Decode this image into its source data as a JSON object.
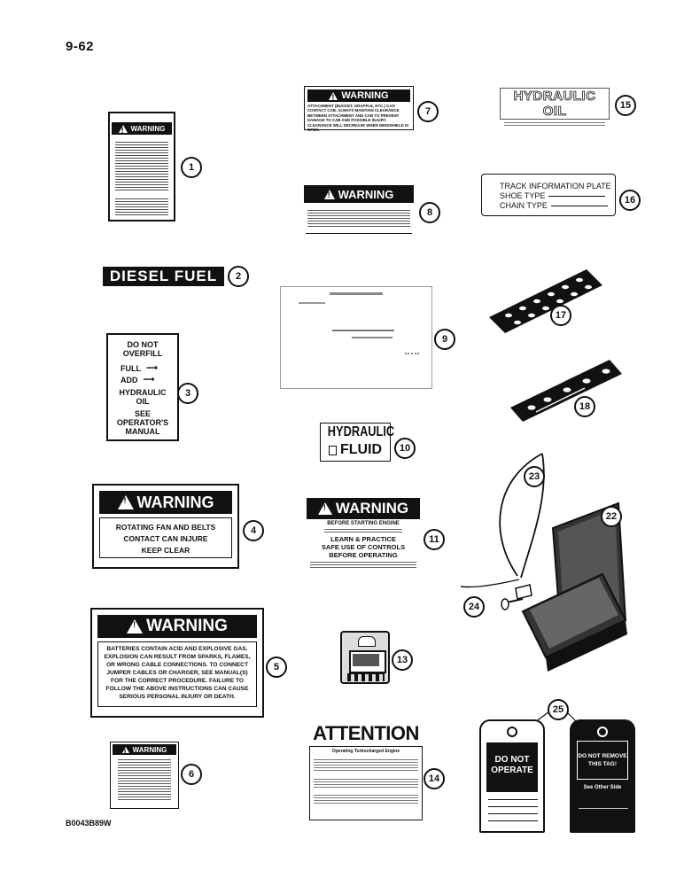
{
  "page_number": "9-62",
  "footer_code": "B0043B89W",
  "callouts": [
    "1",
    "2",
    "3",
    "4",
    "5",
    "6",
    "7",
    "8",
    "9",
    "10",
    "11",
    "13",
    "14",
    "15",
    "16",
    "17",
    "18",
    "22",
    "23",
    "24",
    "25"
  ],
  "decal1": {
    "header": "WARNING"
  },
  "decal2": {
    "text": "DIESEL FUEL"
  },
  "decal3": {
    "line1": "DO NOT",
    "line2": "OVERFILL",
    "full": "FULL",
    "add": "ADD",
    "line5": "HYDRAULIC",
    "line6": "OIL",
    "line7": "SEE",
    "line8": "OPERATOR'S",
    "line9": "MANUAL"
  },
  "decal4": {
    "header": "WARNING",
    "line1": "ROTATING FAN AND BELTS",
    "line2": "CONTACT CAN INJURE",
    "line3": "KEEP CLEAR"
  },
  "decal5": {
    "header": "WARNING",
    "body": "BATTERIES CONTAIN ACID AND EXPLOSIVE GAS. EXPLOSION CAN RESULT FROM SPARKS, FLAMES, OR WRONG CABLE CONNECTIONS. TO CONNECT JUMPER CABLES OR CHARGER, SEE MANUAL(S) FOR THE CORRECT PROCEDURE. FAILURE TO FOLLOW THE ABOVE INSTRUCTIONS CAN CAUSE SERIOUS PERSONAL INJURY OR DEATH."
  },
  "decal6": {
    "header": "WARNING"
  },
  "decal7": {
    "header": "WARNING",
    "body": "ATTACHMENT (BUCKET, GRAPPLE, ETC.) CAN CONTACT CAB. ALWAYS MAINTAIN CLEARANCE BETWEEN ATTACHMENT AND CAB TO PREVENT DAMAGE TO CAB AND POSSIBLE INJURY. CLEARANCE WILL DECREASE WHEN WINDSHIELD IS OPEN."
  },
  "decal8": {
    "header": "WARNING"
  },
  "decal10": {
    "line1": "HYDRAULIC",
    "line2": "FLUID"
  },
  "decal11": {
    "header": "WARNING",
    "line1": "BEFORE STARTING ENGINE",
    "line2": "LEARN & PRACTICE",
    "line3": "SAFE USE OF CONTROLS",
    "line4": "BEFORE OPERATING"
  },
  "decal14": {
    "header": "ATTENTION",
    "sub": "Operating Turbocharged Engine"
  },
  "decal15": {
    "line1": "HYDRAULIC OIL"
  },
  "decal16": {
    "line1": "TRACK INFORMATION PLATE",
    "line2": "SHOE TYPE",
    "line3": "CHAIN TYPE"
  },
  "decal25": {
    "left_line1": "DO NOT",
    "left_line2": "OPERATE",
    "right_line1": "DO NOT REMOVE",
    "right_line2": "THIS TAG!",
    "right_line3": "See Other Side"
  }
}
